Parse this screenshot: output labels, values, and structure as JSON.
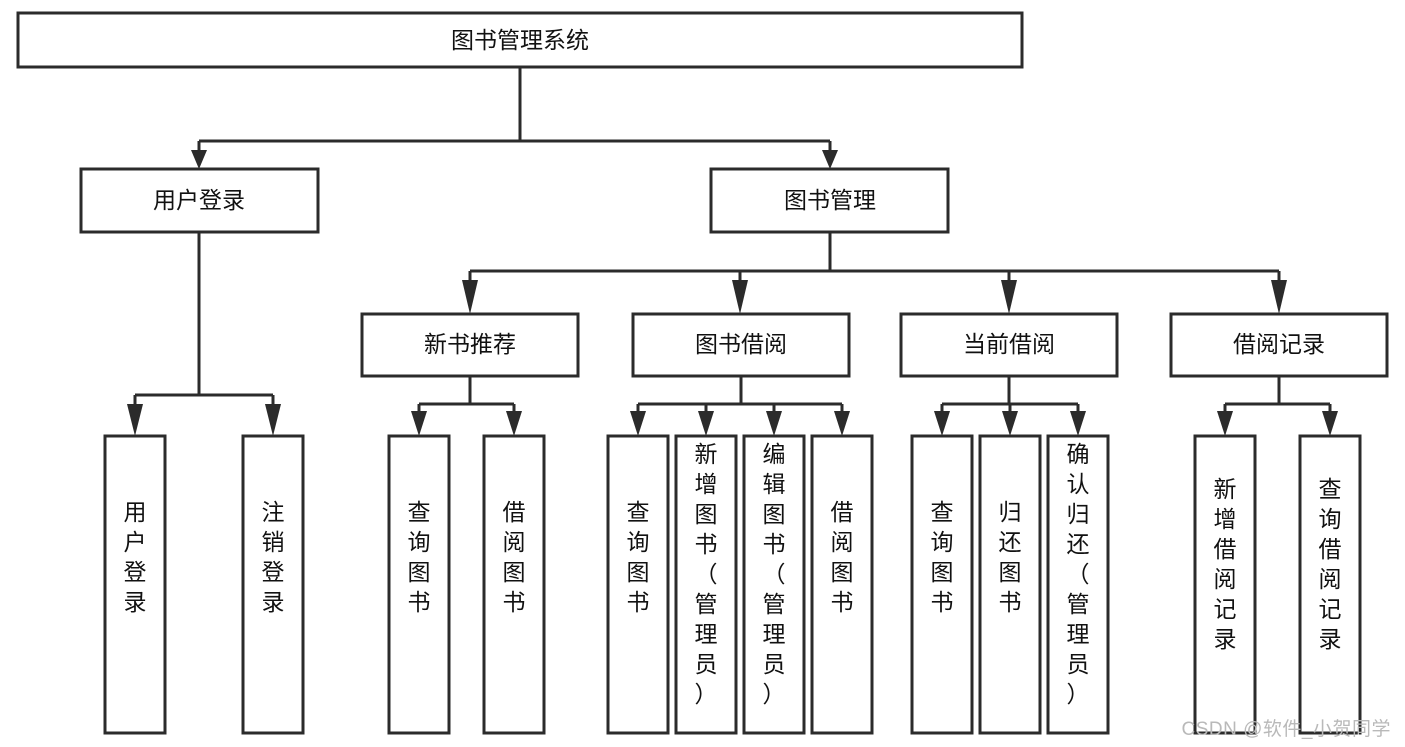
{
  "diagram": {
    "title": "图书管理系统",
    "type": "tree",
    "watermark": "CSDN @软件_小贺同学",
    "colors": {
      "box_fill": "#ffffff",
      "box_stroke": "#2b2b2b",
      "text": "#111111",
      "watermark": "#b9b9b9",
      "background": "#ffffff"
    },
    "root": {
      "label": "图书管理系统",
      "orientation": "horizontal"
    },
    "level2": [
      {
        "label": "用户登录",
        "orientation": "horizontal"
      },
      {
        "label": "图书管理",
        "orientation": "horizontal"
      }
    ],
    "level3": [
      {
        "label": "新书推荐",
        "orientation": "horizontal",
        "parent": "图书管理"
      },
      {
        "label": "图书借阅",
        "orientation": "horizontal",
        "parent": "图书管理"
      },
      {
        "label": "当前借阅",
        "orientation": "horizontal",
        "parent": "图书管理"
      },
      {
        "label": "借阅记录",
        "orientation": "horizontal",
        "parent": "图书管理"
      }
    ],
    "leaves": {
      "用户登录": [
        {
          "label": "用户登录",
          "orientation": "vertical"
        },
        {
          "label": "注销登录",
          "orientation": "vertical"
        }
      ],
      "新书推荐": [
        {
          "label": "查询图书",
          "orientation": "vertical"
        },
        {
          "label": "借阅图书",
          "orientation": "vertical"
        }
      ],
      "图书借阅": [
        {
          "label": "查询图书",
          "orientation": "vertical"
        },
        {
          "label": "新增图书（管理员）",
          "orientation": "vertical"
        },
        {
          "label": "编辑图书（管理员）",
          "orientation": "vertical"
        },
        {
          "label": "借阅图书",
          "orientation": "vertical"
        }
      ],
      "当前借阅": [
        {
          "label": "查询图书",
          "orientation": "vertical"
        },
        {
          "label": "归还图书",
          "orientation": "vertical"
        },
        {
          "label": "确认归还（管理员）",
          "orientation": "vertical"
        }
      ],
      "借阅记录": [
        {
          "label": "新增借阅记录",
          "orientation": "vertical"
        },
        {
          "label": "查询借阅记录",
          "orientation": "vertical"
        }
      ]
    }
  }
}
